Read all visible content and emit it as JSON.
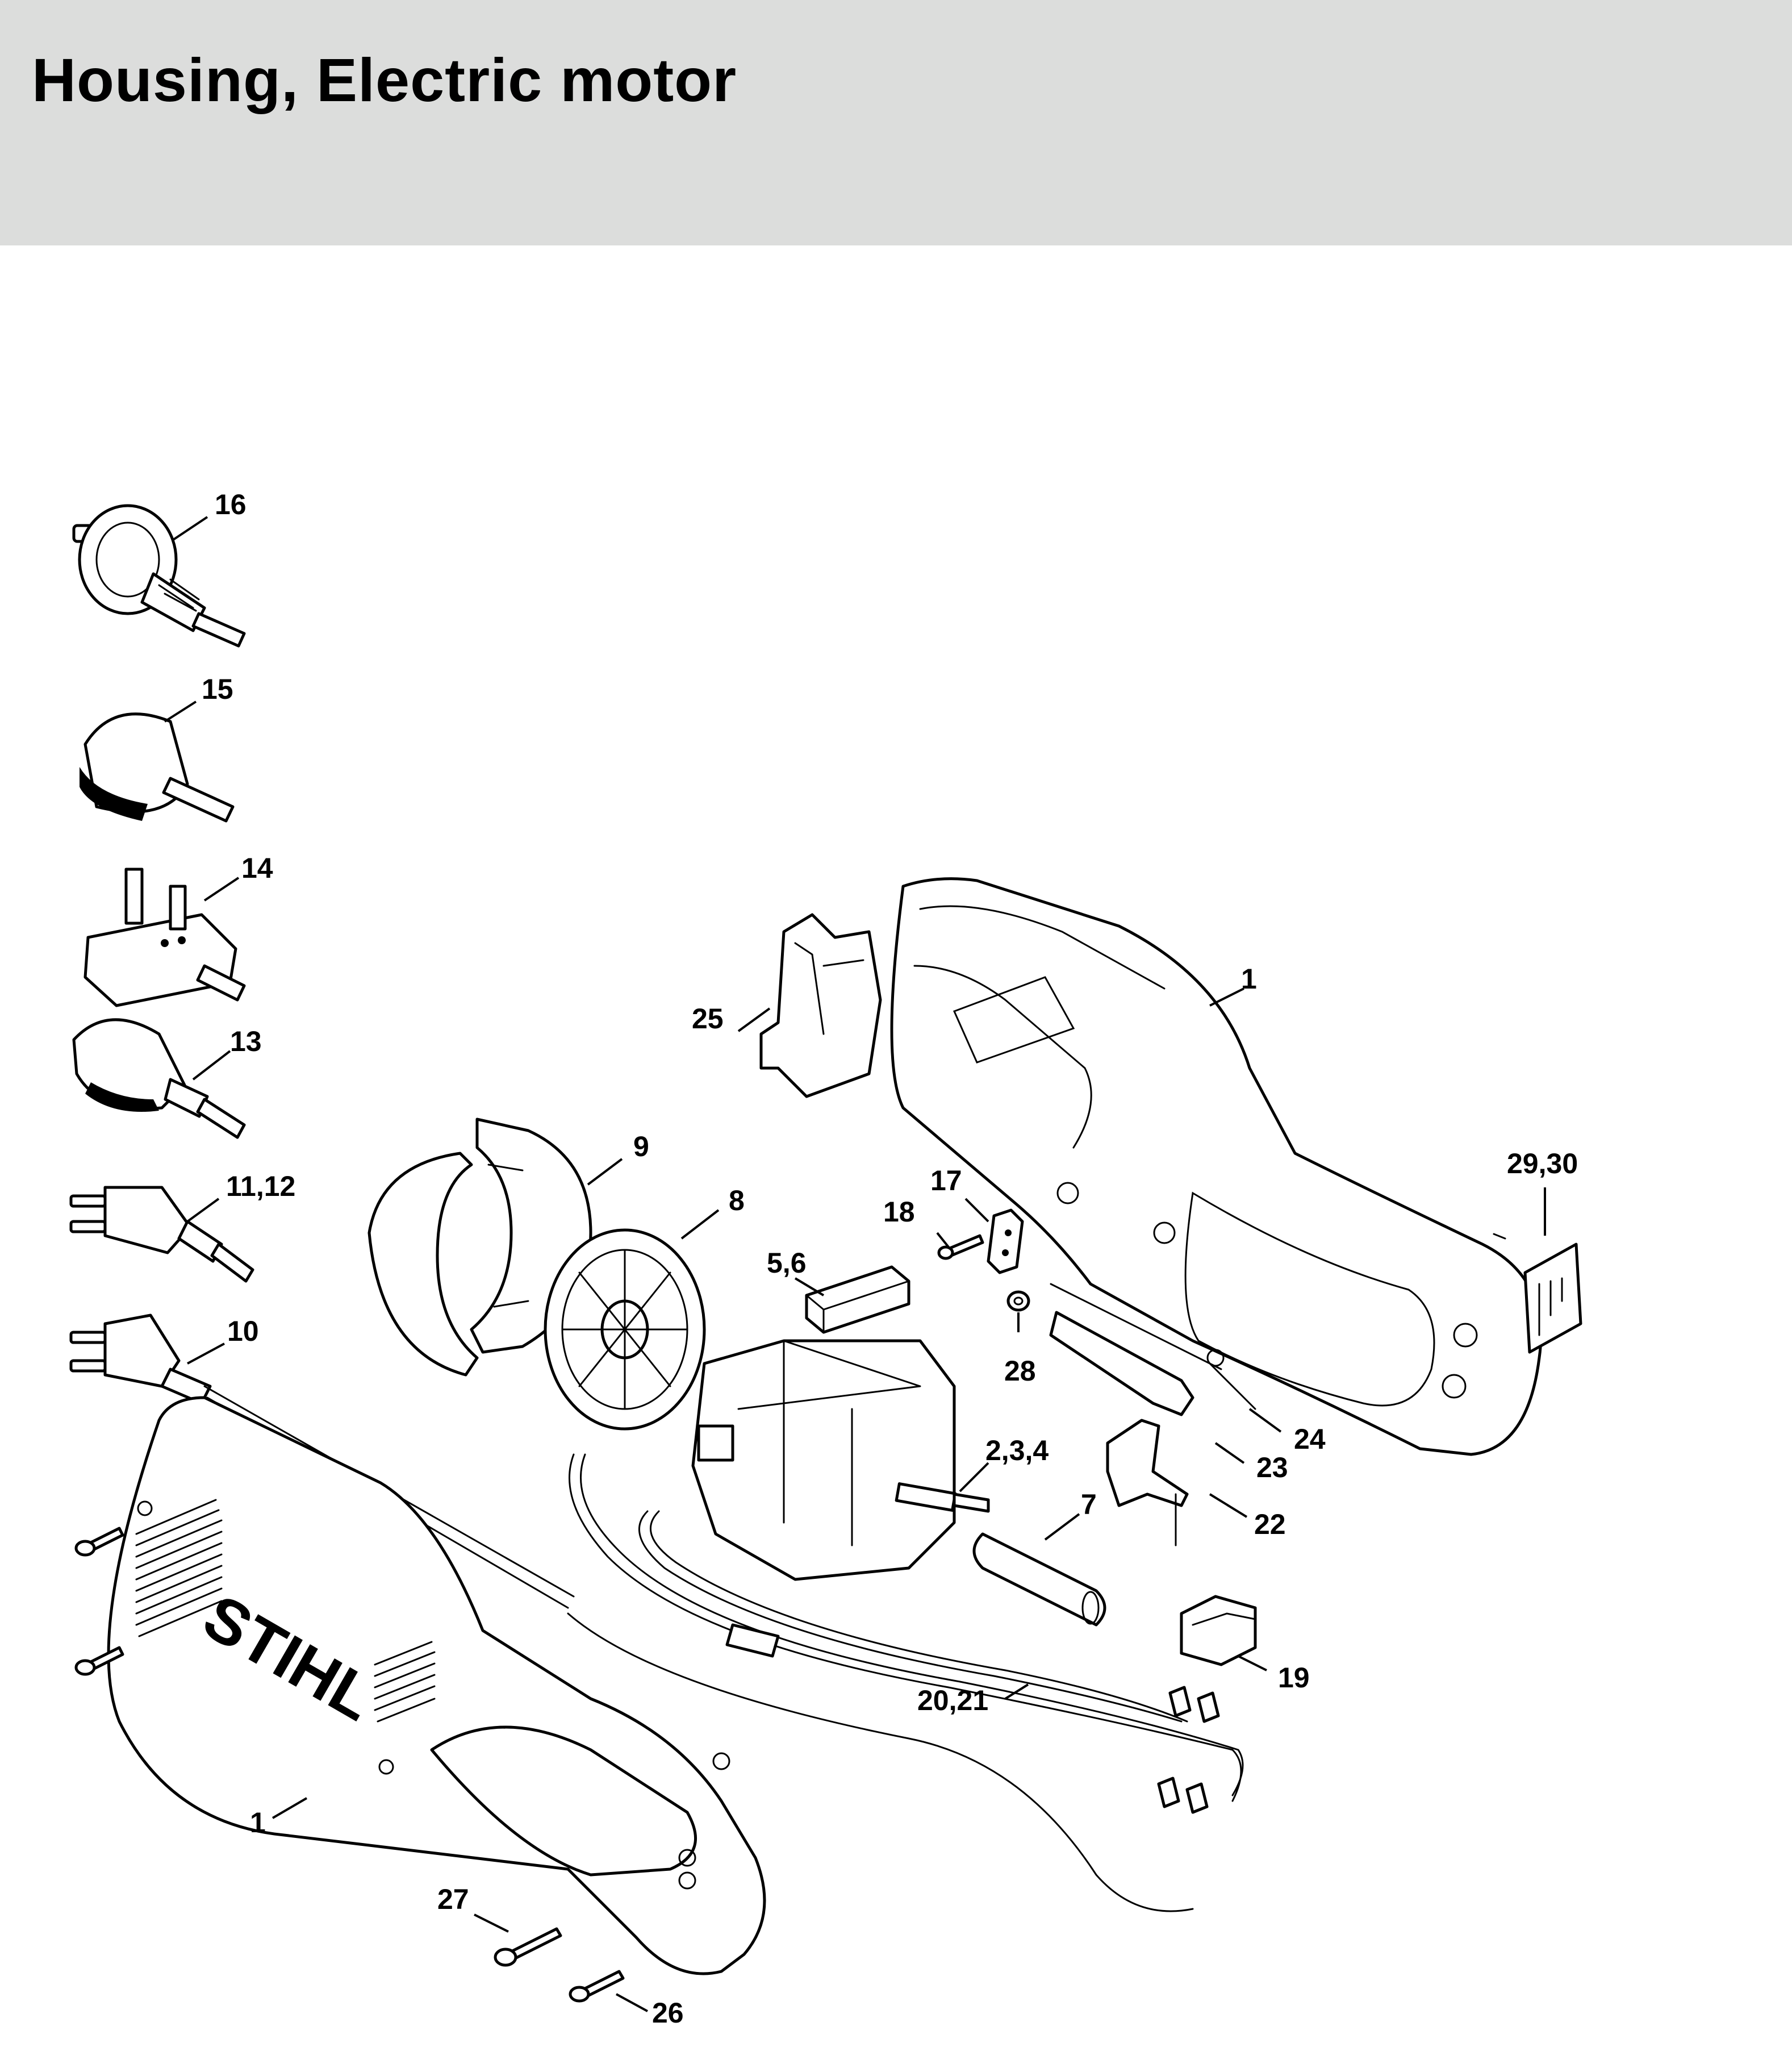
{
  "title": "Housing, Electric motor",
  "logo_text": "STIHL",
  "callouts": [
    "16",
    "15",
    "14",
    "13",
    "11,12",
    "10",
    "1",
    "25",
    "9",
    "8",
    "5,6",
    "18",
    "17",
    "28",
    "2,3,4",
    "7",
    "24",
    "23",
    "22",
    "29,30",
    "19",
    "20,21",
    "27",
    "26"
  ]
}
